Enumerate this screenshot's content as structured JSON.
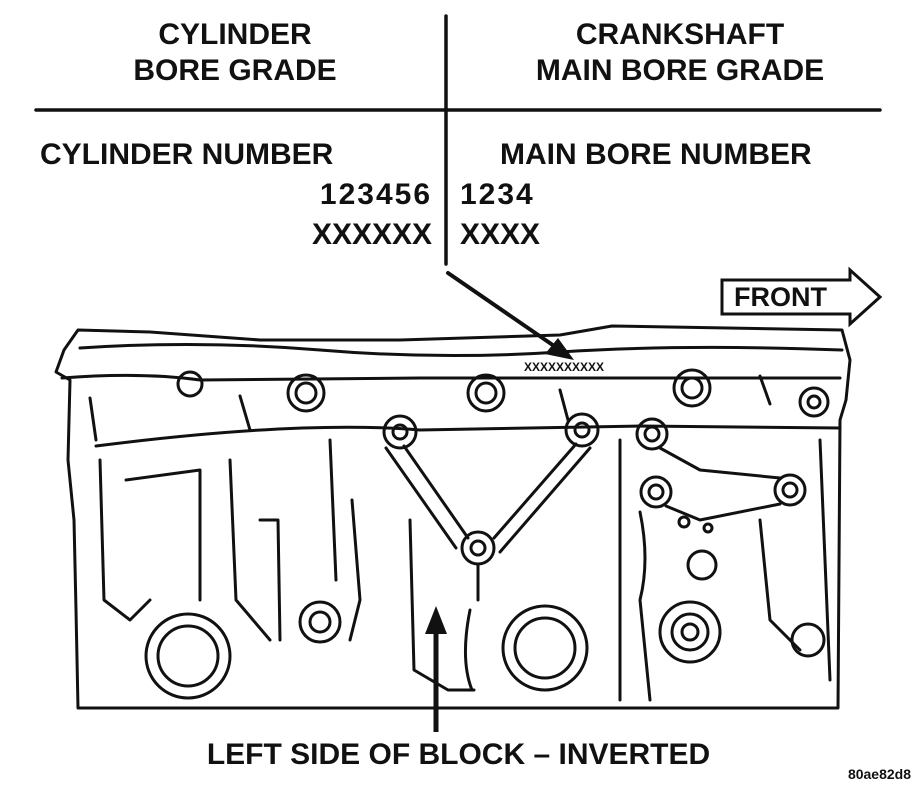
{
  "headers": {
    "left": [
      "CYLINDER",
      "BORE GRADE"
    ],
    "right": [
      "CRANKSHAFT",
      "MAIN BORE GRADE"
    ]
  },
  "left_table": {
    "label": "CYLINDER NUMBER",
    "numbers": "123456",
    "grades": "XXXXXX"
  },
  "right_table": {
    "label": "MAIN BORE NUMBER",
    "numbers": "1234",
    "grades": "XXXX"
  },
  "stamp_text": "XXXXXXXXXX",
  "front_label": "FRONT",
  "caption": "LEFT SIDE OF BLOCK – INVERTED",
  "figure_code": "80ae82d8",
  "colors": {
    "ink": "#111111",
    "paper": "#ffffff"
  }
}
